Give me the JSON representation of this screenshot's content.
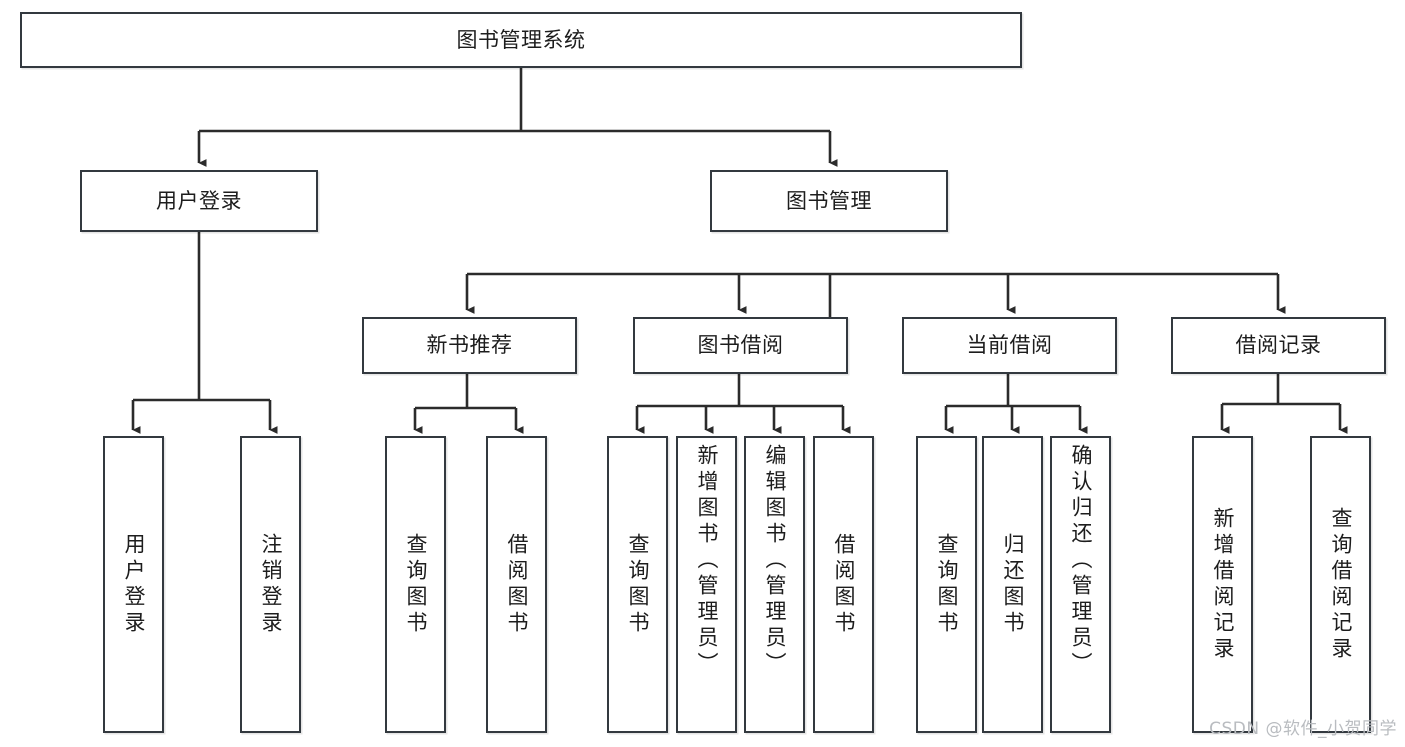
{
  "diagram": {
    "type": "tree",
    "title": "图书管理系统",
    "watermark": "CSDN @软件_小贺同学",
    "colors": {
      "box_border": "#33393f",
      "connector": "#2b2b2b",
      "text": "#1d1d1d",
      "background": "#ffffff",
      "watermark": "#b9bcc0"
    },
    "root": {
      "label": "图书管理系统"
    },
    "level1": [
      {
        "label": "用户登录"
      },
      {
        "label": "图书管理"
      }
    ],
    "level2": [
      {
        "label": "新书推荐"
      },
      {
        "label": "图书借阅"
      },
      {
        "label": "当前借阅"
      },
      {
        "label": "借阅记录"
      }
    ],
    "leaves": {
      "user_login": [
        {
          "label": "用户登录"
        },
        {
          "label": "注销登录"
        }
      ],
      "new_book_recommend": [
        {
          "label": "查询图书"
        },
        {
          "label": "借阅图书"
        }
      ],
      "book_borrow": [
        {
          "label": "查询图书"
        },
        {
          "label": "新增图书（管理员）"
        },
        {
          "label": "编辑图书（管理员）"
        },
        {
          "label": "借阅图书"
        }
      ],
      "current_borrow": [
        {
          "label": "查询图书"
        },
        {
          "label": "归还图书"
        },
        {
          "label": "确认归还（管理员）"
        }
      ],
      "borrow_record": [
        {
          "label": "新增借阅记录"
        },
        {
          "label": "查询借阅记录"
        }
      ]
    }
  }
}
